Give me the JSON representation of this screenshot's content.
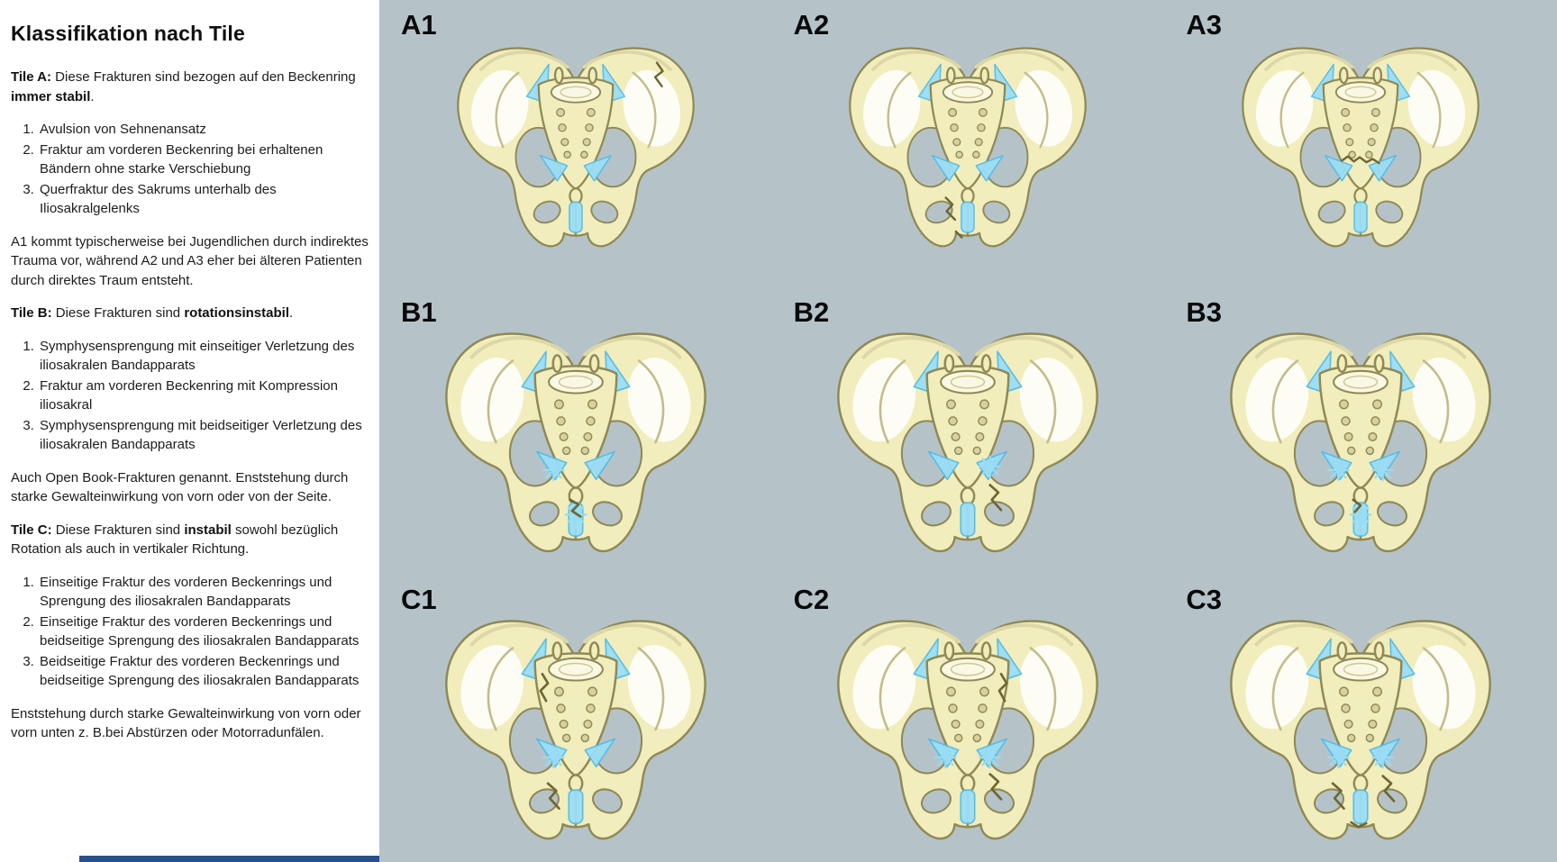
{
  "left_panel": {
    "title": "Klassifikation nach Tile",
    "tile_a": {
      "label": "Tile A:",
      "pre": " Diese Frakturen sind bezogen auf den Beckenring ",
      "bold": "immer stabil",
      "post": ".",
      "items": [
        "Avulsion von Sehnenansatz",
        "Fraktur am vorderen Beckenring bei erhaltenen Bändern ohne starke Verschiebung",
        "Querfraktur des Sakrums unterhalb des Iliosakralgelenks"
      ],
      "note": "A1 kommt typischerweise bei Jugendlichen durch indirektes Trauma vor, während A2 und A3 eher bei älteren Patienten durch direktes Traum entsteht."
    },
    "tile_b": {
      "label": "Tile B:",
      "pre": " Diese Frakturen sind ",
      "bold": "rotationsinstabil",
      "post": ".",
      "items": [
        "Symphysensprengung mit einseitiger Verletzung des iliosakralen Bandapparats",
        "Fraktur am vorderen Beckenring mit Kompression iliosakral",
        "Symphysensprengung mit beidseitiger Verletzung des iliosakralen Bandapparats"
      ],
      "note": "Auch Open Book-Frakturen genannt. Enststehung durch starke Gewalteinwirkung von vorn oder von der Seite."
    },
    "tile_c": {
      "label": "Tile C:",
      "pre": " Diese Frakturen sind ",
      "bold": "instabil",
      "post": " sowohl bezüglich Rotation als auch in vertikaler Richtung.",
      "items": [
        "Einseitige Fraktur des vorderen Beckenrings und Sprengung des iliosakralen Bandapparats",
        "Einseitige Fraktur des vorderen Beckenrings und beidseitige Sprengung des iliosakralen Bandapparats",
        "Beidseitige Fraktur des vorderen Beckenrings und beidseitige Sprengung des iliosakralen Bandapparats"
      ],
      "note": "Enststehung durch starke Gewalteinwirkung von vorn oder vorn unten z. B.bei Abstürzen oder Motorradunfälen."
    }
  },
  "grid": {
    "labels": [
      "A1",
      "A2",
      "A3",
      "B1",
      "B2",
      "B3",
      "C1",
      "C2",
      "C3"
    ]
  },
  "colors": {
    "figure_panel_bg": "#b5c3c9",
    "bone_fill": "#f1edbc",
    "bone_outline": "#8f8954",
    "ligament_blue": "#9bdef6",
    "text": "#1c1c1c",
    "bottom_bar_blue": "#27508c"
  }
}
